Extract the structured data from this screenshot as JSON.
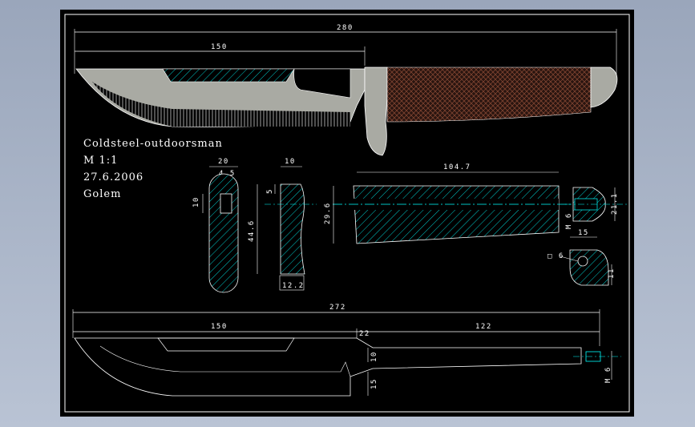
{
  "drawing": {
    "title_block": {
      "name": "Coldsteel-outdoorsman",
      "scale": "M 1:1",
      "date": "27.6.2006",
      "author": "Golem"
    },
    "dimensions": {
      "top_overall": "280",
      "top_blade": "150",
      "guard_width": "20",
      "guard_slot": "4.5",
      "guard_height_small": "10",
      "bolster_width": "10",
      "bolster_height": "44.6",
      "bolster_base": "12.2",
      "bolster_step": "5",
      "handle_length": "104.7",
      "handle_height": "29.6",
      "handle_thread": "M 6",
      "cap_height": "21.1",
      "cap_width": "15",
      "cap_hole": "□ 6",
      "cap_depth": "11",
      "bottom_overall": "272",
      "bottom_blade": "150",
      "bottom_tang": "122",
      "bottom_gap": "22",
      "tang_height_10": "10",
      "tang_height_15": "15",
      "tang_thread": "M 6"
    },
    "colors": {
      "background": "#000000",
      "outline": "#ffffff",
      "blade_fill": "#a9aaa3",
      "hatch": "#00c8c8",
      "grip": "#5a2a1c",
      "centerline": "#00ffff",
      "frame": "#ffffff"
    }
  }
}
